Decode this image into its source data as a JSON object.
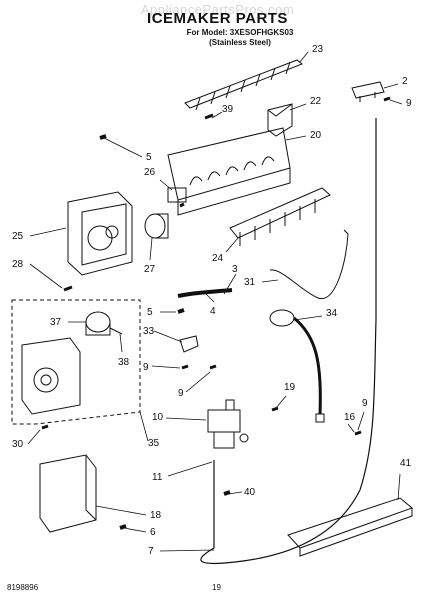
{
  "watermark": "AppliancePartsPros.com",
  "title": "ICEMAKER PARTS",
  "model_line": "For Model: 3XESOFHGKS03",
  "model_sub": "(Stainless Steel)",
  "footer_code": "8198896",
  "page_number": "19",
  "callouts": [
    {
      "id": "c23",
      "label": "23"
    },
    {
      "id": "c2",
      "label": "2"
    },
    {
      "id": "c9a",
      "label": "9"
    },
    {
      "id": "c39",
      "label": "39"
    },
    {
      "id": "c22",
      "label": "22"
    },
    {
      "id": "c20",
      "label": "20"
    },
    {
      "id": "c5a",
      "label": "5"
    },
    {
      "id": "c26",
      "label": "26"
    },
    {
      "id": "c25",
      "label": "25"
    },
    {
      "id": "c28",
      "label": "28"
    },
    {
      "id": "c27",
      "label": "27"
    },
    {
      "id": "c24",
      "label": "24"
    },
    {
      "id": "c3",
      "label": "3"
    },
    {
      "id": "c31",
      "label": "31"
    },
    {
      "id": "c5b",
      "label": "5"
    },
    {
      "id": "c4",
      "label": "4"
    },
    {
      "id": "c34",
      "label": "34"
    },
    {
      "id": "c37",
      "label": "37"
    },
    {
      "id": "c33",
      "label": "33"
    },
    {
      "id": "c38",
      "label": "38"
    },
    {
      "id": "c9b",
      "label": "9"
    },
    {
      "id": "c9c",
      "label": "9"
    },
    {
      "id": "c19",
      "label": "19"
    },
    {
      "id": "c9d",
      "label": "9"
    },
    {
      "id": "c10",
      "label": "10"
    },
    {
      "id": "c16",
      "label": "16"
    },
    {
      "id": "c30",
      "label": "30"
    },
    {
      "id": "c35",
      "label": "35"
    },
    {
      "id": "c41",
      "label": "41"
    },
    {
      "id": "c11",
      "label": "11"
    },
    {
      "id": "c40",
      "label": "40"
    },
    {
      "id": "c18",
      "label": "18"
    },
    {
      "id": "c6",
      "label": "6"
    },
    {
      "id": "c7",
      "label": "7"
    }
  ]
}
